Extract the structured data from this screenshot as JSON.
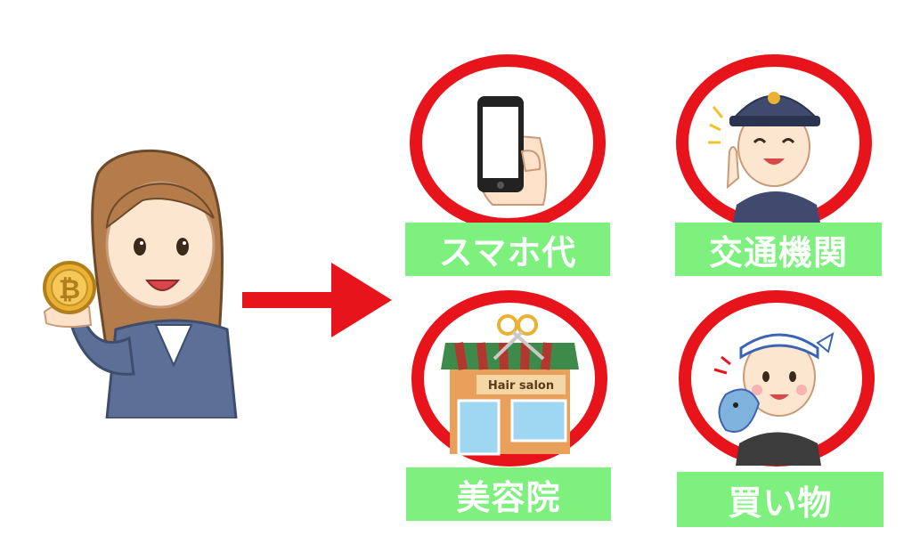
{
  "labels": {
    "smartphone": "スマホ代",
    "transport": "交通機関",
    "salon": "美容院",
    "shopping": "買い物"
  },
  "salon_sign": "Hair salon",
  "colors": {
    "ring": "#e8141c",
    "arrow": "#e8141c",
    "label_bg": "#7ef07e",
    "label_text": "#ffffff"
  }
}
